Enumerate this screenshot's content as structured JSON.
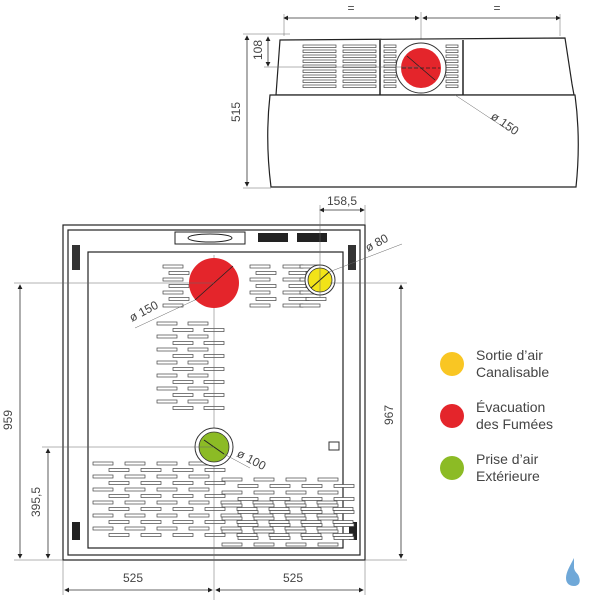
{
  "top_view": {
    "equal_left": "=",
    "equal_right": "=",
    "dim_height_top": "108",
    "dim_depth": "515",
    "dim_flue_diameter": "ø 150"
  },
  "front_view": {
    "dim_offset_right": "158,5",
    "dim_yellow_diameter": "ø 80",
    "dim_red_diameter": "ø 150",
    "dim_green_diameter": "ø 100",
    "dim_height_left": "959",
    "dim_green_height": "395,5",
    "dim_height_right": "967",
    "dim_width_left": "525",
    "dim_width_right": "525"
  },
  "legend": [
    {
      "line1": "Sortie d’air",
      "line2": "Canalisable",
      "color": "#f9c623"
    },
    {
      "line1": "Évacuation",
      "line2": "des Fumées",
      "color": "#e4252b"
    },
    {
      "line1": "Prise d’air",
      "line2": "Extérieure",
      "color": "#8cbb25"
    }
  ],
  "colors": {
    "red": "#e4252b",
    "yellow": "#f2e318",
    "green": "#8cbb25",
    "logo": "#6fa8d8"
  }
}
